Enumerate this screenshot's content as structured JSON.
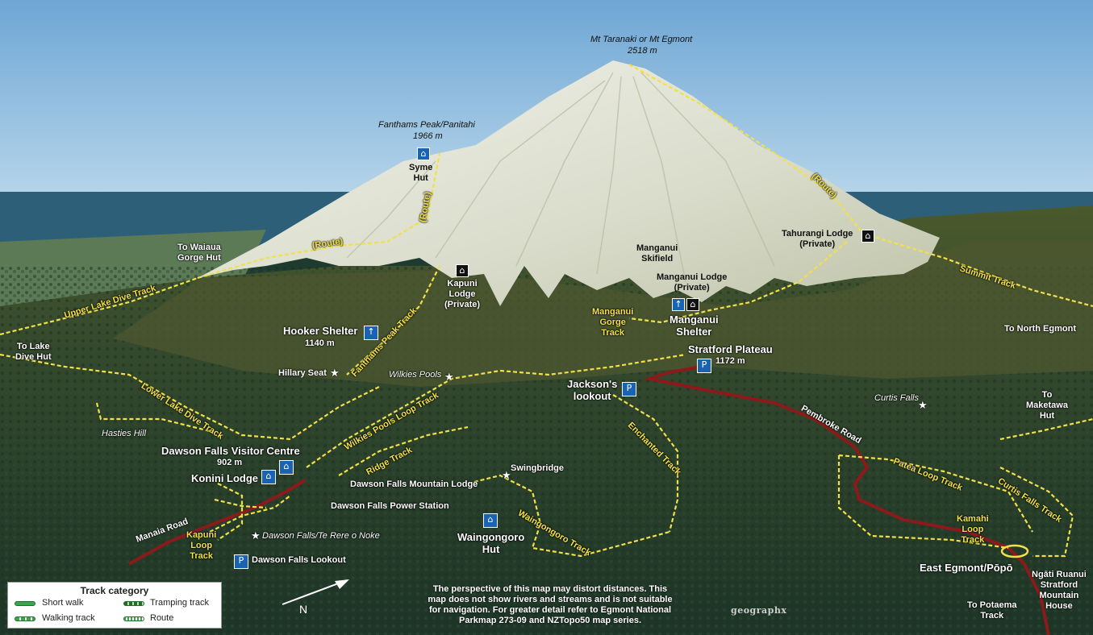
{
  "summit": {
    "name": "Mt Taranaki or Mt Egmont",
    "height": "2518 m"
  },
  "fanthams": {
    "name": "Fanthams Peak/Panitahi",
    "height": "1966 m"
  },
  "huts": {
    "syme": "Syme\nHut",
    "kapuni_lodge": "Kapuni\nLodge\n(Private)",
    "hooker_shelter": "Hooker Shelter",
    "hooker_height": "1140 m",
    "tahurangi": "Tahurangi Lodge\n(Private)",
    "manganui_lodge": "Manganui Lodge\n(Private)",
    "manganui_shelter": "Manganui\nShelter",
    "manganui_skifield": "Manganui\nSkifield",
    "stratford_plateau": "Stratford Plateau",
    "stratford_height": "1172 m",
    "jacksons_lookout": "Jackson's\nlookout",
    "dawson_visitor": "Dawson Falls Visitor Centre",
    "dawson_height": "902 m",
    "konini": "Konini Lodge",
    "dawson_mountain_lodge": "Dawson Falls Mountain Lodge",
    "dawson_power": "Dawson Falls Power Station",
    "dawson_lookout": "Dawson Falls Lookout",
    "waingongoro_hut": "Waingongoro\nHut",
    "east_egmont": "East Egmont/Pōpō",
    "ngati_ruanui": "Ngāti Ruanui\nStratford\nMountain\nHouse"
  },
  "places": {
    "hillary_seat": "Hillary Seat",
    "wilkies_pools": "Wilkies Pools",
    "hasties_hill": "Hasties Hill",
    "swingbridge": "Swingbridge",
    "dawson_falls": "Dawson Falls/Te Rere o Noke",
    "curtis_falls": "Curtis Falls"
  },
  "directions": {
    "to_waiaua": "To Waiaua\nGorge Hut",
    "to_lake_dive": "To Lake\nDive Hut",
    "to_north_egmont": "To North Egmont",
    "to_maketawa": "To\nMaketawa\nHut",
    "to_potaema": "To Potaema\nTrack"
  },
  "tracks": {
    "route1": "(Route)",
    "route2": "(Route)",
    "route3": "(Route)",
    "upper_lake_dive": "Upper Lake Dive Track",
    "fanthams_peak": "Fanthams Peak Track",
    "summit": "Summit Track",
    "manganui_gorge": "Manganui\nGorge\nTrack",
    "lower_lake_dive": "Lower Lake Dive Track",
    "wilkies_pools_loop": "Wilkies Pools Loop Track",
    "ridge": "Ridge Track",
    "enchanted": "Enchanted Track",
    "waingongoro": "Waingongoro Track",
    "patea_loop": "Patea Loop Track",
    "curtis_falls": "Curtis Falls Track",
    "kapuni_loop": "Kapuni\nLoop\nTrack",
    "kamahi_loop": "Kamahi\nLoop\nTrack"
  },
  "roads": {
    "manaia": "Manaia Road",
    "pembroke": "Pembroke Road"
  },
  "legend": {
    "title": "Track category",
    "items": [
      "Short walk",
      "Tramping track",
      "Walking track",
      "Route"
    ]
  },
  "north": "N",
  "note": "The perspective of this map may distort distances. This\nmap does not show rivers and streams and is not suitable\nfor navigation. For greater detail refer to Egmont National\nParkmap 273-09 and NZTopo50 map series.",
  "brand": "geographx",
  "colors": {
    "sky": "#7fb3d9",
    "sea": "#2f5f7a",
    "forest": "#27442f",
    "snow": "#dfe4d6",
    "track": "#f2e04a",
    "road": "#8c1a1a"
  }
}
